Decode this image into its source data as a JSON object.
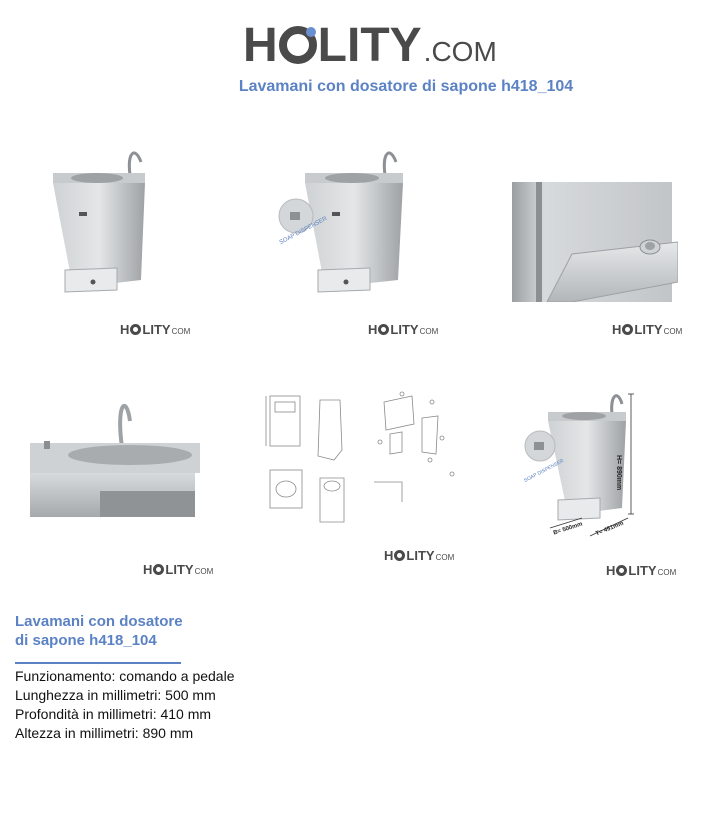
{
  "brand": {
    "word_start": "H",
    "word_end": "LITY",
    "domain": ".COM",
    "mini_domain": "COM"
  },
  "header": {
    "title": "Lavamani con dosatore di sapone h418_104"
  },
  "gallery": {
    "soap_label": "SOAP DISPENSER",
    "dims": {
      "height": "H= 890mm",
      "width": "B= 500mm",
      "depth": "T= 451mm"
    }
  },
  "product": {
    "title_line1": "Lavamani con dosatore",
    "title_line2": "di sapone h418_104",
    "specs": [
      "Funzionamento: comando a pedale",
      "Lunghezza in millimetri: 500 mm",
      "Profondità in millimetri: 410 mm",
      "Altezza in millimetri: 890 mm"
    ]
  },
  "colors": {
    "accent": "#5b82c4",
    "logo_gray": "#4a4a4a",
    "steel": "#b9bcbf"
  }
}
